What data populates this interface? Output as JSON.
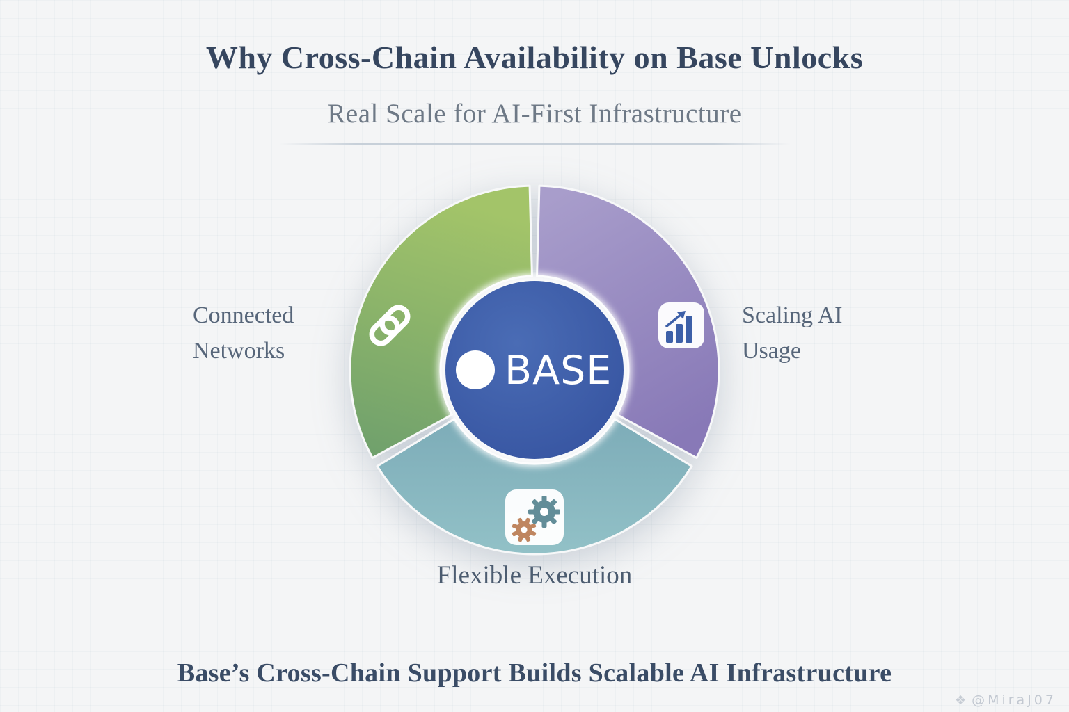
{
  "title": {
    "line1": "Why Cross-Chain Availability on Base Unlocks",
    "line2": "Real Scale for AI-First Infrastructure"
  },
  "diagram": {
    "center_label": "BASE",
    "center_logo_icon": "base-circle-logo-icon",
    "center_color": "#3b57a4",
    "segments": [
      {
        "label": "Connected Networks",
        "icon": "chain-link-icon",
        "color": "#8ab566",
        "position": "left"
      },
      {
        "label": "Scaling AI Usage",
        "icon": "bar-chart-icon",
        "color": "#9a8cc4",
        "position": "right"
      },
      {
        "label": "Flexible Execution",
        "icon": "gears-icon",
        "color": "#85b4bf",
        "position": "bottom"
      }
    ]
  },
  "caption": "Base’s Cross-Chain Support Builds Scalable AI Infrastructure",
  "watermark": {
    "icon": "diamond-logo-icon",
    "icon_glyph": "❖",
    "handle": "@MiraJ07"
  }
}
